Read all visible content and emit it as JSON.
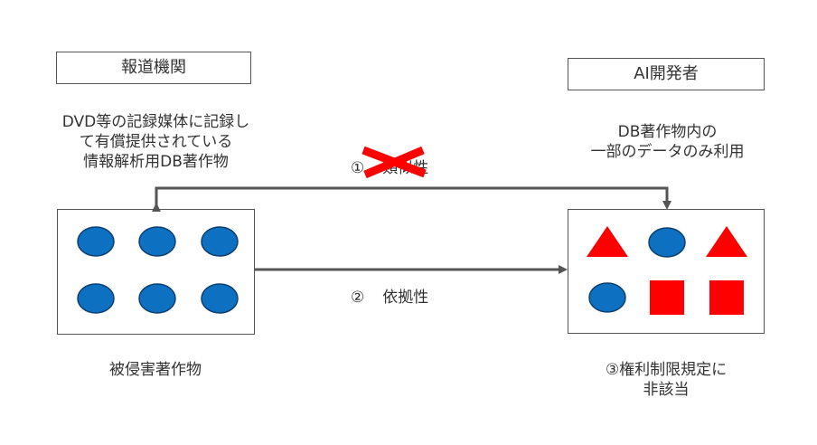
{
  "left": {
    "title": "報道機関",
    "desc_lines": [
      "DVD等の記録媒体に記録し",
      "て有償提供されている",
      "情報解析用DB著作物"
    ],
    "caption": "被侵害著作物"
  },
  "right": {
    "title": "AI開発者",
    "desc_lines": [
      "DB著作物内の",
      "一部のデータのみ利用"
    ],
    "caption_lines": [
      "③権利制限規定に",
      "非該当"
    ]
  },
  "relations": {
    "rel1": {
      "number": "①",
      "text": "類似性",
      "crossed_out": true
    },
    "rel2": {
      "number": "②",
      "text": "依拠性"
    }
  },
  "colors": {
    "circle_fill": "#0e70c0",
    "circle_stroke": "#0d3f6e",
    "shape_red": "#ff0000",
    "cross_red": "#ff0000",
    "border": "#555555",
    "arrow": "#555555"
  },
  "shapes": {
    "left_items": [
      "circle",
      "circle",
      "circle",
      "circle",
      "circle",
      "circle"
    ],
    "right_items": [
      "triangle",
      "circle",
      "triangle",
      "circle",
      "square",
      "square"
    ]
  }
}
